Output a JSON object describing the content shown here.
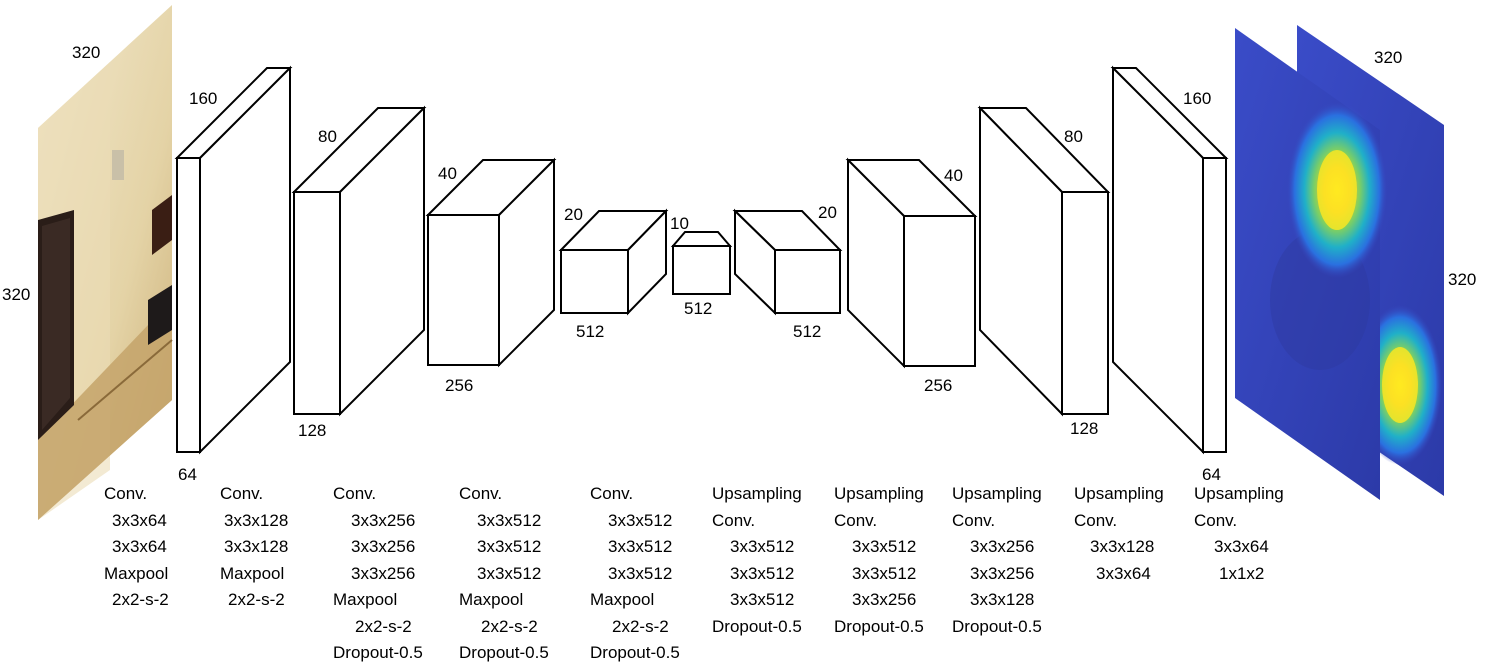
{
  "input_image": {
    "width": "320",
    "height": "320"
  },
  "output_maps": {
    "width": "320",
    "height": "320"
  },
  "layers": [
    {
      "side": "160",
      "channels": "64"
    },
    {
      "side": "80",
      "channels": "128"
    },
    {
      "side": "40",
      "channels": "256"
    },
    {
      "side": "20",
      "channels": "512"
    },
    {
      "side": "10",
      "channels": "512"
    },
    {
      "side": "20",
      "channels": "512"
    },
    {
      "side": "40",
      "channels": "256"
    },
    {
      "side": "80",
      "channels": "128"
    },
    {
      "side": "160",
      "channels": "64"
    }
  ],
  "blocks": [
    {
      "lines": [
        "Conv.",
        "3x3x64",
        "3x3x64",
        "Maxpool",
        "2x2-s-2"
      ]
    },
    {
      "lines": [
        "Conv.",
        "3x3x128",
        "3x3x128",
        "Maxpool",
        "2x2-s-2"
      ]
    },
    {
      "lines": [
        "Conv.",
        "3x3x256",
        "3x3x256",
        "3x3x256",
        "Maxpool",
        "2x2-s-2",
        "Dropout-0.5"
      ]
    },
    {
      "lines": [
        "Conv.",
        "3x3x512",
        "3x3x512",
        "3x3x512",
        "Maxpool",
        "2x2-s-2",
        "Dropout-0.5"
      ]
    },
    {
      "lines": [
        "Conv.",
        "3x3x512",
        "3x3x512",
        "3x3x512",
        "Maxpool",
        "2x2-s-2",
        "Dropout-0.5"
      ]
    },
    {
      "lines": [
        "Upsampling",
        "Conv.",
        "3x3x512",
        "3x3x512",
        "3x3x512",
        "Dropout-0.5"
      ]
    },
    {
      "lines": [
        "Upsampling",
        "Conv.",
        "3x3x512",
        "3x3x512",
        "3x3x256",
        "Dropout-0.5"
      ]
    },
    {
      "lines": [
        "Upsampling",
        "Conv.",
        "3x3x256",
        "3x3x256",
        "3x3x128",
        "Dropout-0.5"
      ]
    },
    {
      "lines": [
        "Upsampling",
        "Conv.",
        "3x3x128",
        "3x3x64"
      ]
    },
    {
      "lines": [
        "Upsampling",
        "Conv.",
        "3x3x64",
        "1x1x2"
      ]
    }
  ],
  "colors": {
    "heatmap_base": "#3848c0",
    "heatmap_hot": "#ffe020",
    "wall": "#e6d9b5",
    "floor": "#c9b07a"
  }
}
